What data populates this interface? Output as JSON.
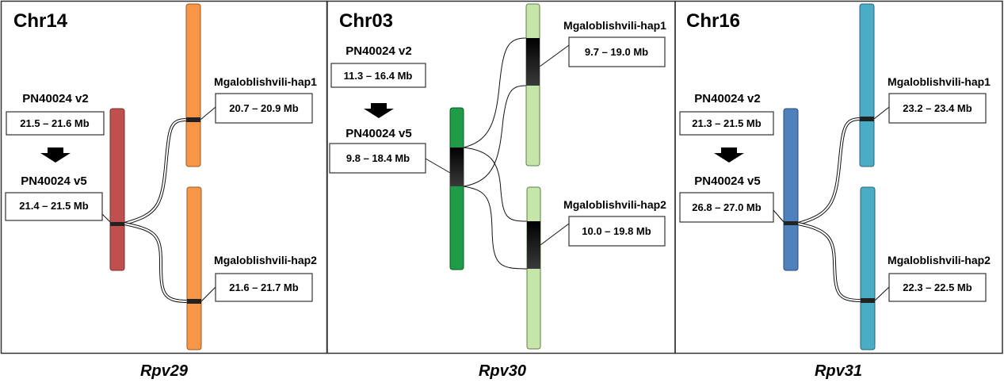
{
  "panels": [
    {
      "chromosome": "Chr14",
      "gene": "Rpv29",
      "ref_v2": {
        "label": "PN40024 v2",
        "range": "21.5 – 21.6 Mb"
      },
      "ref_v5": {
        "label": "PN40024 v5",
        "range": "21.4 – 21.5 Mb"
      },
      "hap1": {
        "label": "Mgaloblishvili-hap1",
        "range": "20.7 – 20.9 Mb"
      },
      "hap2": {
        "label": "Mgaloblishvili-hap2",
        "range": "21.6 – 21.7 Mb"
      },
      "colors": {
        "ref": "#c0504d",
        "hap": "#f79646"
      }
    },
    {
      "chromosome": "Chr03",
      "gene": "Rpv30",
      "ref_v2": {
        "label": "PN40024 v2",
        "range": "11.3 – 16.4 Mb"
      },
      "ref_v5": {
        "label": "PN40024 v5",
        "range": "9.8 – 18.4 Mb"
      },
      "hap1": {
        "label": "Mgaloblishvili-hap1",
        "range": "9.7 – 19.0 Mb"
      },
      "hap2": {
        "label": "Mgaloblishvili-hap2",
        "range": "10.0 – 19.8 Mb"
      },
      "colors": {
        "ref": "#1e9c48",
        "hap": "#c5e6a8"
      }
    },
    {
      "chromosome": "Chr16",
      "gene": "Rpv31",
      "ref_v2": {
        "label": "PN40024 v2",
        "range": "21.3 – 21.5 Mb"
      },
      "ref_v5": {
        "label": "PN40024 v5",
        "range": "26.8 – 27.0 Mb"
      },
      "hap1": {
        "label": "Mgaloblishvili-hap1",
        "range": "23.2 – 23.4 Mb"
      },
      "hap2": {
        "label": "Mgaloblishvili-hap2",
        "range": "22.3 – 22.5 Mb"
      },
      "colors": {
        "ref": "#4f81bd",
        "hap": "#4bacc6"
      }
    }
  ]
}
